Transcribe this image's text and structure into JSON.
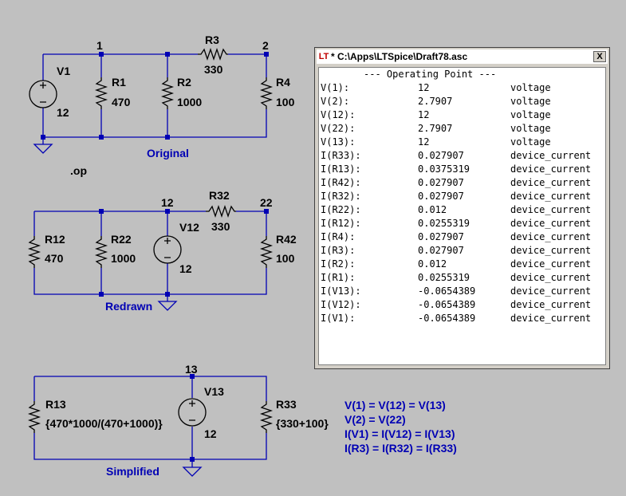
{
  "schematic": {
    "c1": {
      "node1": "1",
      "node2": "2",
      "r3": {
        "name": "R3",
        "value": "330"
      },
      "v1": {
        "name": "V1",
        "value": "12"
      },
      "r1": {
        "name": "R1",
        "value": "470"
      },
      "r2": {
        "name": "R2",
        "value": "1000"
      },
      "r4": {
        "name": "R4",
        "value": "100"
      },
      "title": "Original"
    },
    "directive": ".op",
    "c2": {
      "node12": "12",
      "node22": "22",
      "r32": {
        "name": "R32",
        "value": "330"
      },
      "r12": {
        "name": "R12",
        "value": "470"
      },
      "r22": {
        "name": "R22",
        "value": "1000"
      },
      "v12": {
        "name": "V12",
        "value": "12"
      },
      "r42": {
        "name": "R42",
        "value": "100"
      },
      "title": "Redrawn"
    },
    "c3": {
      "node13": "13",
      "r13": {
        "name": "R13",
        "value": "{470*1000/(470+1000)}"
      },
      "v13": {
        "name": "V13",
        "value": "12"
      },
      "r33": {
        "name": "R33",
        "value": "{330+100}"
      },
      "title": "Simplified"
    },
    "notes": [
      "V(1) = V(12) = V(13)",
      "V(2) = V(22)",
      "I(V1) = I(V12) = I(V13)",
      "I(R3) = I(R32) = I(R33)"
    ],
    "colors": {
      "wire": "#0000b4",
      "background": "#c0c0c0"
    }
  },
  "output_window": {
    "icon": "ltspice-app-icon",
    "title": "* C:\\Apps\\LTSpice\\Draft78.asc",
    "close_label": "X",
    "heading": "--- Operating Point ---",
    "rows": [
      {
        "name": "V(1):",
        "value": "12",
        "type": "voltage"
      },
      {
        "name": "V(2):",
        "value": "2.7907",
        "type": "voltage"
      },
      {
        "name": "V(12):",
        "value": "12",
        "type": "voltage"
      },
      {
        "name": "V(22):",
        "value": "2.7907",
        "type": "voltage"
      },
      {
        "name": "V(13):",
        "value": "12",
        "type": "voltage"
      },
      {
        "name": "I(R33):",
        "value": "0.027907",
        "type": "device_current"
      },
      {
        "name": "I(R13):",
        "value": "0.0375319",
        "type": "device_current"
      },
      {
        "name": "I(R42):",
        "value": "0.027907",
        "type": "device_current"
      },
      {
        "name": "I(R32):",
        "value": "0.027907",
        "type": "device_current"
      },
      {
        "name": "I(R22):",
        "value": "0.012",
        "type": "device_current"
      },
      {
        "name": "I(R12):",
        "value": "0.0255319",
        "type": "device_current"
      },
      {
        "name": "I(R4):",
        "value": "0.027907",
        "type": "device_current"
      },
      {
        "name": "I(R3):",
        "value": "0.027907",
        "type": "device_current"
      },
      {
        "name": "I(R2):",
        "value": "0.012",
        "type": "device_current"
      },
      {
        "name": "I(R1):",
        "value": "0.0255319",
        "type": "device_current"
      },
      {
        "name": "I(V13):",
        "value": "-0.0654389",
        "type": "device_current"
      },
      {
        "name": "I(V12):",
        "value": "-0.0654389",
        "type": "device_current"
      },
      {
        "name": "I(V1):",
        "value": "-0.0654389",
        "type": "device_current"
      }
    ]
  }
}
